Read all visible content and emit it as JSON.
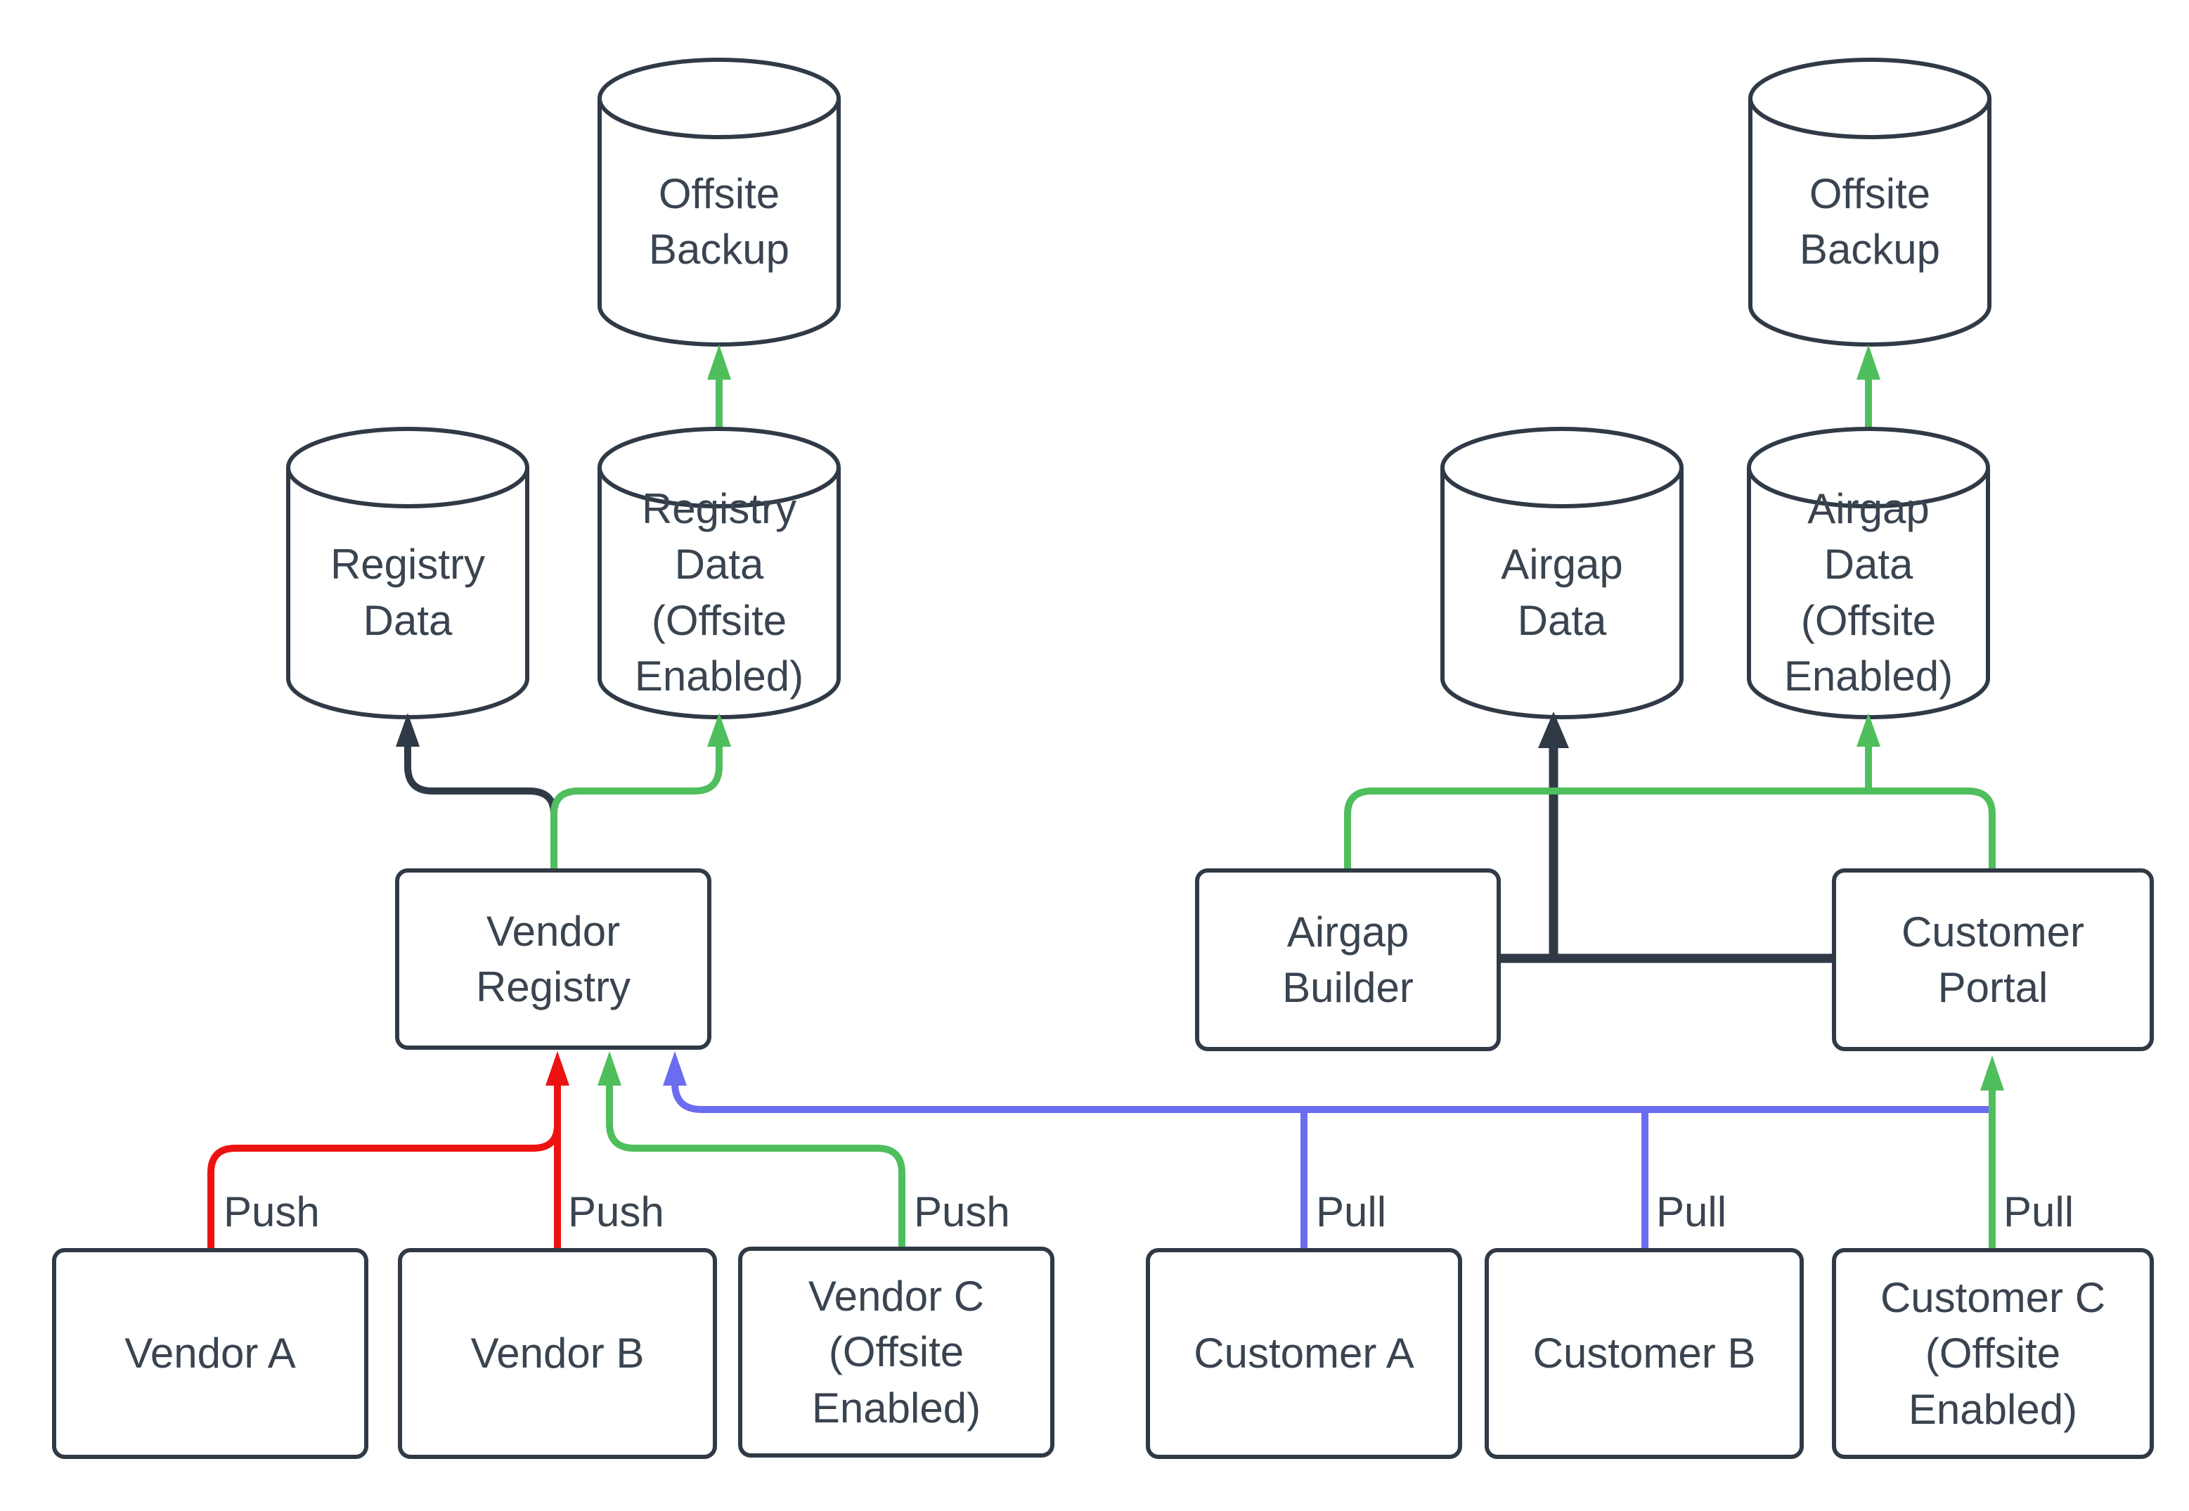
{
  "diagram": {
    "background_color": "#ffffff",
    "colors": {
      "node_border": "#303a46",
      "label_text": "#3a4450",
      "dark_edge": "#303a46",
      "push_red": "#ed1212",
      "offsite_green": "#4fbe5c",
      "pull_blue": "#6c6cf0"
    },
    "nodes": {
      "offsite_backup_left": {
        "shape": "cylinder",
        "label": "Offsite\nBackup"
      },
      "registry_data": {
        "shape": "cylinder",
        "label": "Registry\nData"
      },
      "registry_data_offsite": {
        "shape": "cylinder",
        "label": "Registry\nData\n(Offsite\nEnabled)"
      },
      "offsite_backup_right": {
        "shape": "cylinder",
        "label": "Offsite\nBackup"
      },
      "airgap_data": {
        "shape": "cylinder",
        "label": "Airgap\nData"
      },
      "airgap_data_offsite": {
        "shape": "cylinder",
        "label": "Airgap\nData\n(Offsite\nEnabled)"
      },
      "vendor_registry": {
        "shape": "rect",
        "label": "Vendor\nRegistry"
      },
      "airgap_builder": {
        "shape": "rect",
        "label": "Airgap\nBuilder"
      },
      "customer_portal": {
        "shape": "rect",
        "label": "Customer\nPortal"
      },
      "vendor_a": {
        "shape": "rect",
        "label": "Vendor A"
      },
      "vendor_b": {
        "shape": "rect",
        "label": "Vendor B"
      },
      "vendor_c": {
        "shape": "rect",
        "label": "Vendor C\n(Offsite\nEnabled)"
      },
      "customer_a": {
        "shape": "rect",
        "label": "Customer A"
      },
      "customer_b": {
        "shape": "rect",
        "label": "Customer B"
      },
      "customer_c": {
        "shape": "rect",
        "label": "Customer C\n(Offsite\nEnabled)"
      }
    },
    "edge_labels": {
      "push_a": "Push",
      "push_b": "Push",
      "push_c": "Push",
      "pull_a": "Pull",
      "pull_b": "Pull",
      "pull_c": "Pull"
    },
    "edges": [
      {
        "from": "vendor_registry",
        "to": "registry_data",
        "color": "#303a46"
      },
      {
        "from": "vendor_registry",
        "to": "registry_data_offsite",
        "color": "#4fbe5c"
      },
      {
        "from": "registry_data_offsite",
        "to": "offsite_backup_left",
        "color": "#4fbe5c"
      },
      {
        "from": "vendor_a",
        "to": "vendor_registry",
        "color": "#ed1212",
        "label": "Push"
      },
      {
        "from": "vendor_b",
        "to": "vendor_registry",
        "color": "#ed1212",
        "label": "Push"
      },
      {
        "from": "vendor_c",
        "to": "vendor_registry",
        "color": "#4fbe5c",
        "label": "Push"
      },
      {
        "from": "customer_a",
        "to": "vendor_registry",
        "color": "#6c6cf0",
        "label": "Pull"
      },
      {
        "from": "customer_b",
        "to": "vendor_registry",
        "color": "#6c6cf0",
        "label": "Pull"
      },
      {
        "from": "customer_c",
        "to": "customer_portal",
        "color": "#4fbe5c",
        "label": "Pull"
      },
      {
        "from": "airgap_builder",
        "to": "airgap_data",
        "color": "#303a46"
      },
      {
        "from": "customer_portal",
        "to": "airgap_data",
        "color": "#303a46"
      },
      {
        "from": "airgap_builder",
        "to": "airgap_data_offsite",
        "color": "#4fbe5c"
      },
      {
        "from": "customer_portal",
        "to": "airgap_data_offsite",
        "color": "#4fbe5c"
      },
      {
        "from": "airgap_data_offsite",
        "to": "offsite_backup_right",
        "color": "#4fbe5c"
      }
    ]
  }
}
